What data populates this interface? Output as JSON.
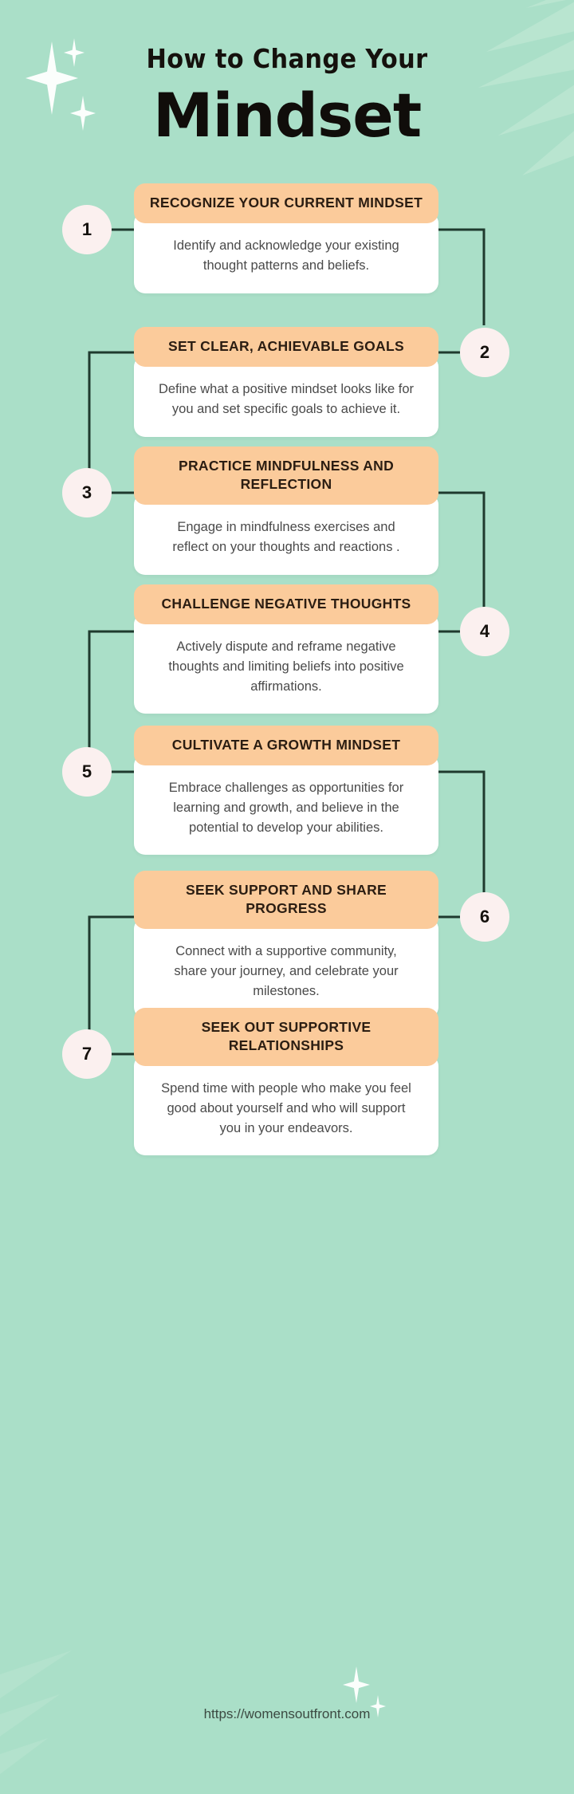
{
  "header": {
    "title_line1": "How to Change Your",
    "title_line2": "Mindset"
  },
  "colors": {
    "background": "#aadfc8",
    "card_header": "#fbcb9b",
    "card_body": "#ffffff",
    "badge": "#fbf0ef",
    "connector": "#1f3a2e",
    "title_text": "#100d0a",
    "body_text": "#4a4a4a"
  },
  "steps": [
    {
      "number": "1",
      "title": "RECOGNIZE YOUR CURRENT MINDSET",
      "description": "Identify and acknowledge your existing thought patterns and beliefs.",
      "badge_side": "left"
    },
    {
      "number": "2",
      "title": "SET CLEAR, ACHIEVABLE GOALS",
      "description": "Define what a positive mindset looks like for you and set specific goals to achieve it.",
      "badge_side": "right"
    },
    {
      "number": "3",
      "title": "PRACTICE MINDFULNESS AND REFLECTION",
      "description": "Engage in mindfulness exercises and reflect on your thoughts and reactions .",
      "badge_side": "left"
    },
    {
      "number": "4",
      "title": "CHALLENGE NEGATIVE THOUGHTS",
      "description": "Actively dispute and reframe negative thoughts and limiting beliefs into positive affirmations.",
      "badge_side": "right"
    },
    {
      "number": "5",
      "title": "CULTIVATE A GROWTH MINDSET",
      "description": "Embrace challenges as opportunities for learning and growth, and believe in the potential to develop your abilities.",
      "badge_side": "left"
    },
    {
      "number": "6",
      "title": "SEEK SUPPORT AND SHARE PROGRESS",
      "description": "Connect with a supportive community, share your journey, and celebrate your milestones.",
      "badge_side": "right"
    },
    {
      "number": "7",
      "title": "SEEK OUT SUPPORTIVE RELATIONSHIPS",
      "description": "Spend time with people who make you feel good about yourself and who will support you in your endeavors.",
      "badge_side": "left"
    }
  ],
  "footer": {
    "url": "https://womensoutfront.com"
  }
}
